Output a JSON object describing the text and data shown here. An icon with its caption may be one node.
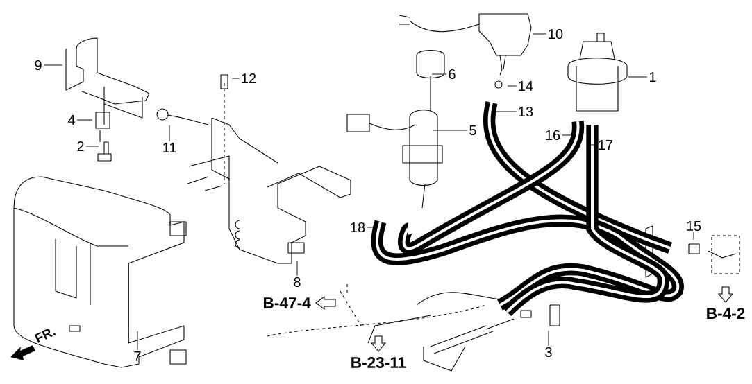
{
  "diagram": {
    "nodes": [
      {
        "text": [
          "1"
        ]
      },
      {
        "text": [
          "2"
        ]
      },
      {
        "text": [
          "3"
        ]
      },
      {
        "text": [
          "4"
        ]
      },
      {
        "text": [
          "5"
        ]
      },
      {
        "text": [
          "6"
        ]
      },
      {
        "text": [
          "7"
        ]
      },
      {
        "text": [
          "8"
        ]
      },
      {
        "text": [
          "9"
        ]
      },
      {
        "text": [
          "10"
        ]
      },
      {
        "text": [
          "11"
        ]
      },
      {
        "text": [
          "12"
        ]
      },
      {
        "text": [
          "13"
        ]
      },
      {
        "text": [
          "14"
        ]
      },
      {
        "text": [
          "15"
        ]
      },
      {
        "text": [
          "16"
        ]
      },
      {
        "text": [
          "17"
        ]
      },
      {
        "text": [
          "18"
        ]
      }
    ],
    "edges": [
      {
        "from": 0,
        "to": null,
        "arrow": "none"
      },
      {
        "from": 1,
        "to": null,
        "arrow": "none"
      },
      {
        "from": 2,
        "to": null,
        "arrow": "none"
      },
      {
        "from": 3,
        "to": null,
        "arrow": "none"
      },
      {
        "from": 4,
        "to": null,
        "arrow": "none"
      },
      {
        "from": 5,
        "to": null,
        "arrow": "none"
      },
      {
        "from": 6,
        "to": null,
        "arrow": "none"
      },
      {
        "from": 7,
        "to": null,
        "arrow": "none"
      },
      {
        "from": 8,
        "to": null,
        "arrow": "none"
      },
      {
        "from": 9,
        "to": null,
        "arrow": "none"
      },
      {
        "from": 10,
        "to": null,
        "arrow": "none"
      },
      {
        "from": 11,
        "to": null,
        "arrow": "none"
      },
      {
        "from": 12,
        "to": null,
        "arrow": "none"
      },
      {
        "from": 13,
        "to": null,
        "arrow": "none"
      },
      {
        "from": 14,
        "to": null,
        "arrow": "none"
      },
      {
        "from": 15,
        "to": null,
        "arrow": "none"
      },
      {
        "from": 16,
        "to": null,
        "arrow": "none"
      },
      {
        "from": 17,
        "to": null,
        "arrow": "none"
      }
    ],
    "labels": [
      "B-47-4",
      "B-4-2",
      "B-23-11",
      "FR."
    ]
  }
}
